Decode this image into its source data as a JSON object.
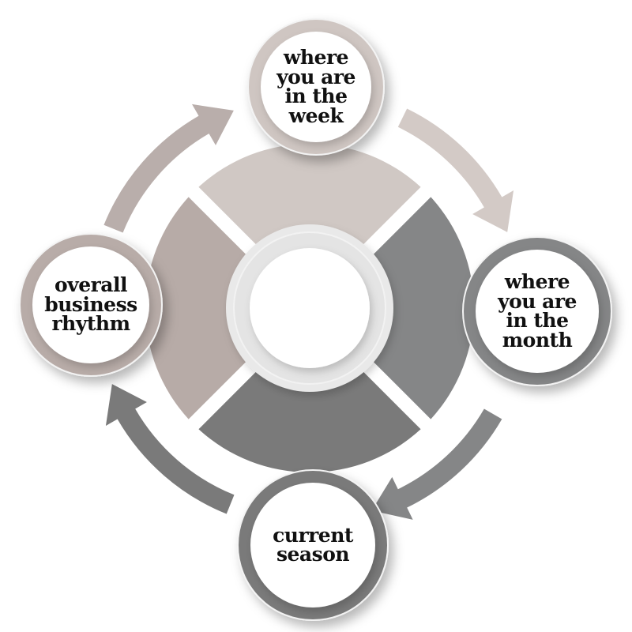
{
  "diagram": {
    "type": "cycle",
    "direction": "clockwise",
    "center": {
      "label": ""
    },
    "nodes": [
      {
        "id": "week",
        "label": "where\nyou are\nin the\nweek",
        "position": "top",
        "ring_color": "#cfc6c2",
        "segment_color": "#d0c8c4",
        "arrow_color": "#d3cac6"
      },
      {
        "id": "month",
        "label": "where\nyou are\nin the\nmonth",
        "position": "right",
        "ring_color": "#858687",
        "segment_color": "#858687",
        "arrow_color": "#858687"
      },
      {
        "id": "season",
        "label": "current\nseason",
        "position": "bottom",
        "ring_color": "#7a7a7a",
        "segment_color": "#7a7a7a",
        "arrow_color": "#7a7a7a"
      },
      {
        "id": "rhythm",
        "label": "overall\nbusiness\nrhythm",
        "position": "left",
        "ring_color": "#b8aca8",
        "segment_color": "#b7aba7",
        "arrow_color": "#b9aeab"
      }
    ],
    "edges": [
      {
        "from": "week",
        "to": "month"
      },
      {
        "from": "month",
        "to": "season"
      },
      {
        "from": "season",
        "to": "rhythm"
      },
      {
        "from": "rhythm",
        "to": "week"
      }
    ]
  }
}
